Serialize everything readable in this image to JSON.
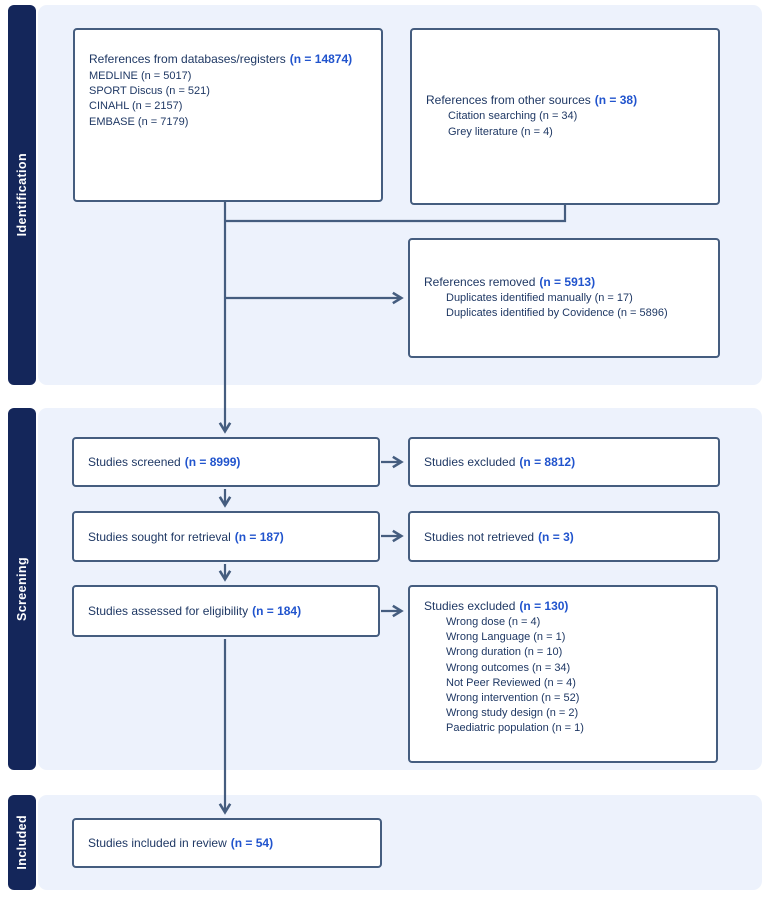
{
  "palette": {
    "band_bg": "#edf2fc",
    "sidebar_bg": "#14265a",
    "box_border": "#455d7f",
    "arrow": "#455d7f",
    "text": "#1f3864",
    "count_accent": "#2154cd"
  },
  "sections": [
    {
      "id": "identification",
      "label": "Identification"
    },
    {
      "id": "screening",
      "label": "Screening"
    },
    {
      "id": "included",
      "label": "Included"
    }
  ],
  "boxes": {
    "databases": {
      "title": "References from databases/registers",
      "n": "(n = 14874)",
      "items": [
        "MEDLINE (n = 5017)",
        "SPORT Discus (n = 521)",
        "CINAHL (n = 2157)",
        "EMBASE (n = 7179)"
      ]
    },
    "other_sources": {
      "title": "References from other sources",
      "n": "(n = 38)",
      "items": [
        "Citation searching (n = 34)",
        "Grey literature (n = 4)"
      ]
    },
    "removed": {
      "title": "References removed",
      "n": "(n = 5913)",
      "items": [
        "Duplicates identified manually (n = 17)",
        "Duplicates identified by Covidence (n = 5896)"
      ]
    },
    "screened": {
      "title": "Studies screened",
      "n": "(n = 8999)"
    },
    "excluded_screen": {
      "title": "Studies excluded",
      "n": "(n = 8812)"
    },
    "sought": {
      "title": "Studies sought for retrieval",
      "n": "(n = 187)"
    },
    "not_retrieved": {
      "title": "Studies not retrieved",
      "n": "(n = 3)"
    },
    "assessed": {
      "title": "Studies assessed for eligibility",
      "n": "(n = 184)"
    },
    "excluded_eligibility": {
      "title": "Studies excluded",
      "n": "(n = 130)",
      "items": [
        "Wrong dose (n = 4)",
        "Wrong Language (n = 1)",
        "Wrong duration (n = 10)",
        "Wrong outcomes (n = 34)",
        "Not Peer Reviewed (n = 4)",
        "Wrong intervention (n = 52)",
        "Wrong study design (n = 2)",
        "Paediatric population (n = 1)"
      ]
    },
    "included": {
      "title": "Studies included in review",
      "n": "(n = 54)"
    }
  }
}
